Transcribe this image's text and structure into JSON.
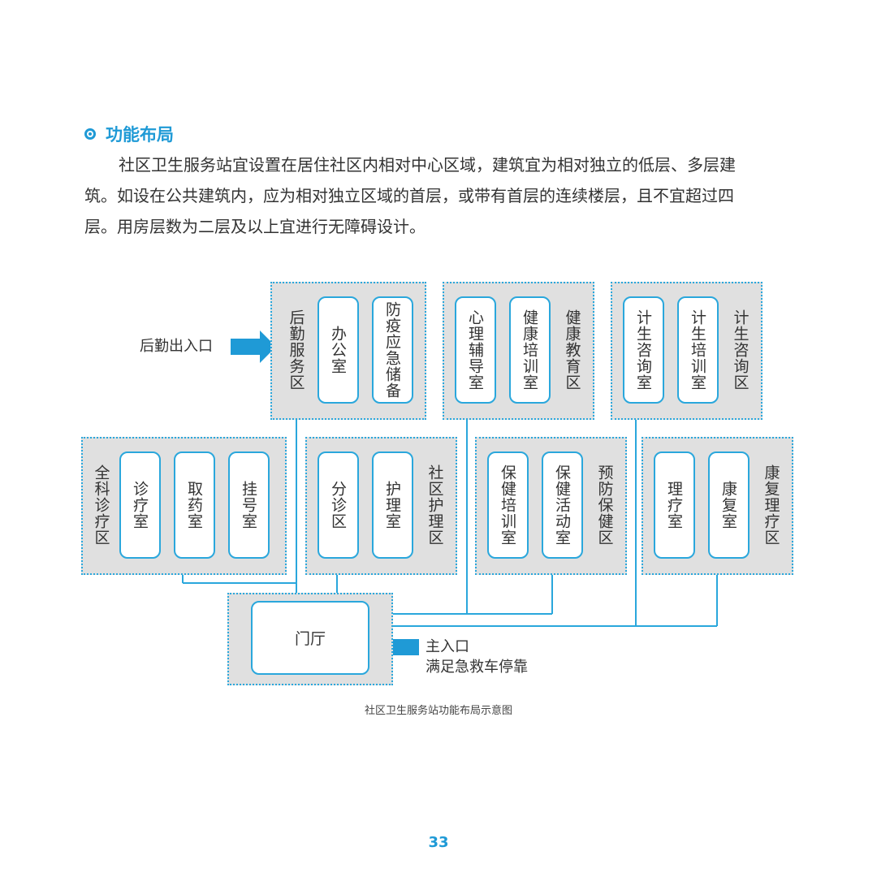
{
  "section": {
    "title": "功能布局",
    "icon": "circle-bullet-icon"
  },
  "paragraph": {
    "line1": "社区卫生服务站宜设置在居住社区内相对中心区域，建筑宜为相对独立的低层、多层建",
    "line2": "筑。如设在公共建筑内，应为相对独立区域的首层，或带有首层的连续楼层，且不宜超过四",
    "line3": "层。用房层数为二层及以上宜进行无障碍设计。"
  },
  "diagram": {
    "zones": {
      "logistics": {
        "label": "后勤服务区",
        "rooms": [
          "办公室",
          "防疫应急储备"
        ]
      },
      "health_edu": {
        "label": "健康教育区",
        "rooms": [
          "心理辅导室",
          "健康培训室"
        ]
      },
      "family_planning": {
        "label": "计生咨询区",
        "rooms": [
          "计生咨询室",
          "计生培训室"
        ]
      },
      "general": {
        "label": "全科诊疗区",
        "rooms": [
          "诊疗室",
          "取药室",
          "挂号室"
        ]
      },
      "nursing": {
        "label": "社区护理区",
        "rooms": [
          "分诊区",
          "护理室"
        ]
      },
      "prevention": {
        "label": "预防保健区",
        "rooms": [
          "保健培训室",
          "保健活动室"
        ]
      },
      "rehab": {
        "label": "康复理疗区",
        "rooms": [
          "理疗室",
          "康复室"
        ]
      }
    },
    "hall": {
      "label": "门厅"
    },
    "entrances": {
      "logistics": "后勤出入口",
      "main_line1": "主入口",
      "main_line2": "满足急救车停靠"
    },
    "colors": {
      "accent": "#2aa7dc",
      "zone_fill": "#e0e0e0",
      "arrow": "#1f9ad6"
    }
  },
  "caption": "社区卫生服务站功能布局示意图",
  "page_number": "33"
}
